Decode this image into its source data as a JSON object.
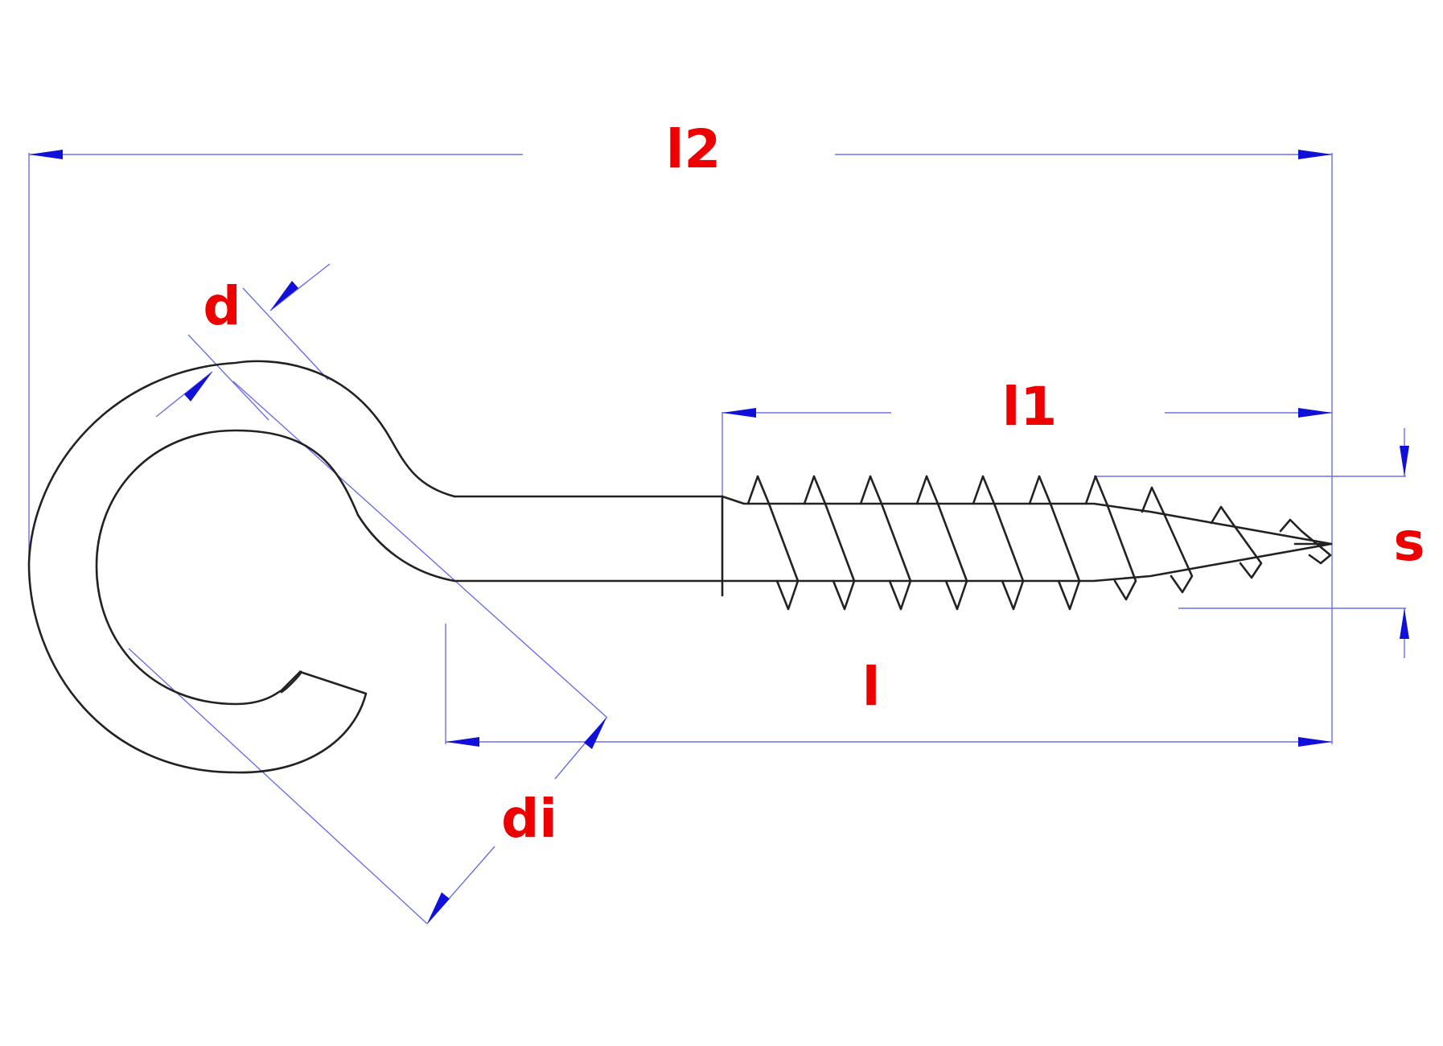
{
  "labels": {
    "l2": "l2",
    "l1": "l1",
    "l": "l",
    "d": "d",
    "di": "di",
    "s": "s"
  },
  "colors": {
    "outline": "#222222",
    "dimension_line": "#6b70e8",
    "arrow": "#1010d8",
    "label": "#ee0000"
  }
}
